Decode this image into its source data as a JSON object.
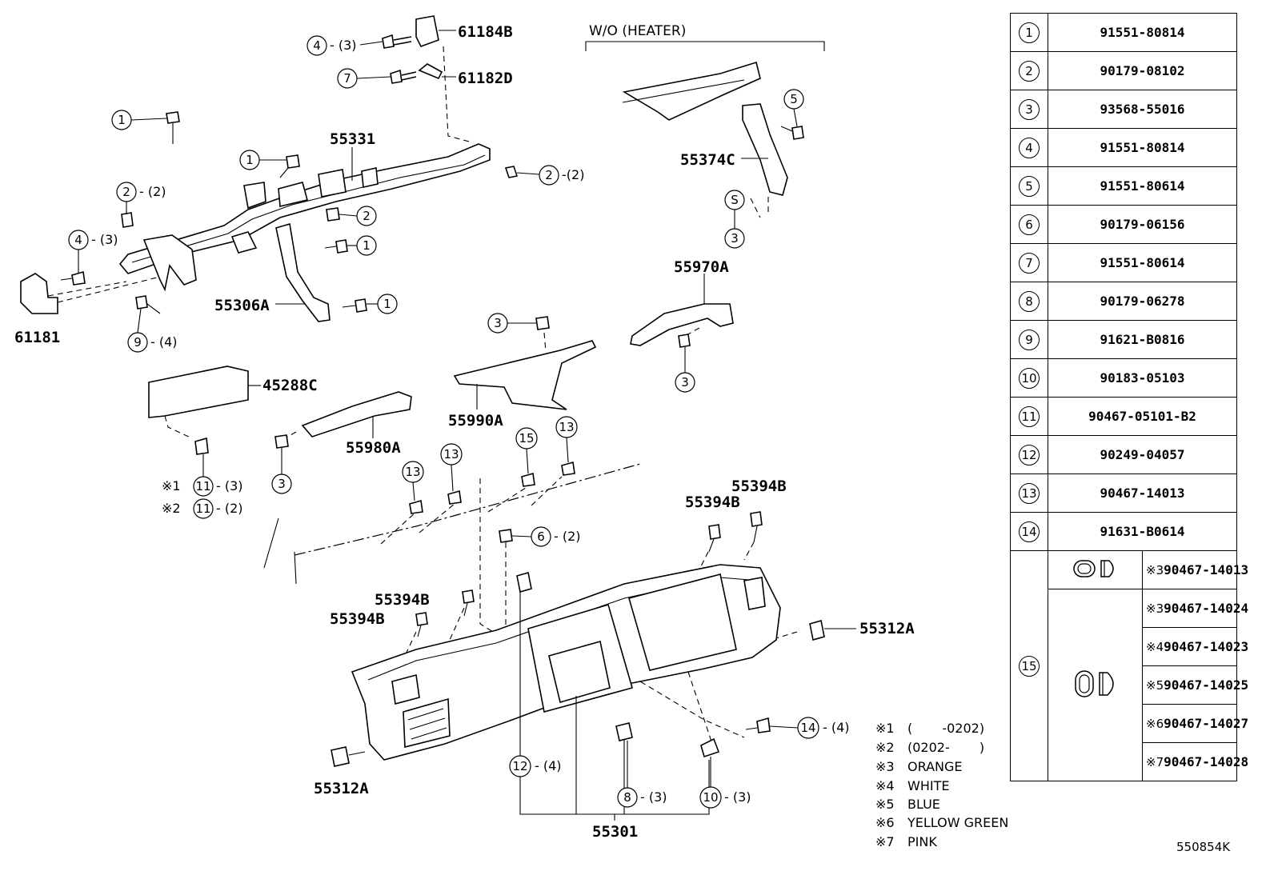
{
  "diagram": {
    "heater_section_label": "W/O (HEATER)",
    "drawing_code": "550854K",
    "part_labels": {
      "p61184B": "61184B",
      "p61182D": "61182D",
      "p55331": "55331",
      "p61181": "61181",
      "p55306A": "55306A",
      "p55374C": "55374C",
      "p55970A": "55970A",
      "p45288C": "45288C",
      "p55980A": "55980A",
      "p55990A": "55990A",
      "p55394B_a": "55394B",
      "p55394B_b": "55394B",
      "p55394B_c": "55394B",
      "p55394B_d": "55394B",
      "p55312A_right": "55312A",
      "p55312A_left": "55312A",
      "p55301": "55301"
    },
    "callouts": {
      "c4_top": {
        "num": "4",
        "qty": "- (3)"
      },
      "c7_top": {
        "num": "7",
        "qty": ""
      },
      "c1_a": {
        "num": "1",
        "qty": ""
      },
      "c1_b": {
        "num": "1",
        "qty": ""
      },
      "c2_a": {
        "num": "2",
        "qty": "- (2)"
      },
      "c2_right": {
        "num": "2",
        "qty": "-(2)"
      },
      "c2_b": {
        "num": "2",
        "qty": ""
      },
      "c4_left": {
        "num": "4",
        "qty": "- (3)"
      },
      "c1_c": {
        "num": "1",
        "qty": ""
      },
      "c1_d": {
        "num": "1",
        "qty": ""
      },
      "c9": {
        "num": "9",
        "qty": "- (4)"
      },
      "c5": {
        "num": "5",
        "qty": ""
      },
      "cS": {
        "num": "S",
        "qty": ""
      },
      "c3_s": {
        "num": "3",
        "qty": ""
      },
      "c3_duct": {
        "num": "3",
        "qty": ""
      },
      "c3_55970": {
        "num": "3",
        "qty": ""
      },
      "c3_55980": {
        "num": "3",
        "qty": ""
      },
      "c13_a": {
        "num": "13",
        "qty": ""
      },
      "c13_b": {
        "num": "13",
        "qty": ""
      },
      "c15": {
        "num": "15",
        "qty": ""
      },
      "c13_c": {
        "num": "13",
        "qty": ""
      },
      "c6": {
        "num": "6",
        "qty": "- (2)"
      },
      "c14": {
        "num": "14",
        "qty": "- (4)"
      },
      "c12": {
        "num": "12",
        "qty": "- (4)"
      },
      "c8": {
        "num": "8",
        "qty": "- (3)"
      },
      "c10": {
        "num": "10",
        "qty": "- (3)"
      },
      "c11_1": {
        "mark": "※1",
        "num": "11",
        "qty": "- (3)"
      },
      "c11_2": {
        "mark": "※2",
        "num": "11",
        "qty": "- (2)"
      }
    },
    "notes": [
      {
        "mark": "※1",
        "text": "(　　 -0202)"
      },
      {
        "mark": "※2",
        "text": "(0202-　　 )"
      },
      {
        "mark": "※3",
        "text": "ORANGE"
      },
      {
        "mark": "※4",
        "text": "WHITE"
      },
      {
        "mark": "※5",
        "text": "BLUE"
      },
      {
        "mark": "※6",
        "text": "YELLOW GREEN"
      },
      {
        "mark": "※7",
        "text": "PINK"
      }
    ]
  },
  "parts_table": {
    "rows": [
      {
        "ref": "1",
        "part_no": "91551-80814"
      },
      {
        "ref": "2",
        "part_no": "90179-08102"
      },
      {
        "ref": "3",
        "part_no": "93568-55016"
      },
      {
        "ref": "4",
        "part_no": "91551-80814"
      },
      {
        "ref": "5",
        "part_no": "91551-80614"
      },
      {
        "ref": "6",
        "part_no": "90179-06156"
      },
      {
        "ref": "7",
        "part_no": "91551-80614"
      },
      {
        "ref": "8",
        "part_no": "90179-06278"
      },
      {
        "ref": "9",
        "part_no": "91621-B0816"
      },
      {
        "ref": "10",
        "part_no": "90183-05103"
      },
      {
        "ref": "11",
        "part_no": "90467-05101-B2"
      },
      {
        "ref": "12",
        "part_no": "90249-04057"
      },
      {
        "ref": "13",
        "part_no": "90467-14013"
      },
      {
        "ref": "14",
        "part_no": "91631-B0614"
      }
    ],
    "row15": {
      "ref": "15",
      "variants": [
        {
          "mark": "※3",
          "part_no": "90467-14013"
        },
        {
          "mark": "※3",
          "part_no": "90467-14024"
        },
        {
          "mark": "※4",
          "part_no": "90467-14023"
        },
        {
          "mark": "※5",
          "part_no": "90467-14025"
        },
        {
          "mark": "※6",
          "part_no": "90467-14027"
        },
        {
          "mark": "※7",
          "part_no": "90467-14028"
        }
      ]
    }
  }
}
